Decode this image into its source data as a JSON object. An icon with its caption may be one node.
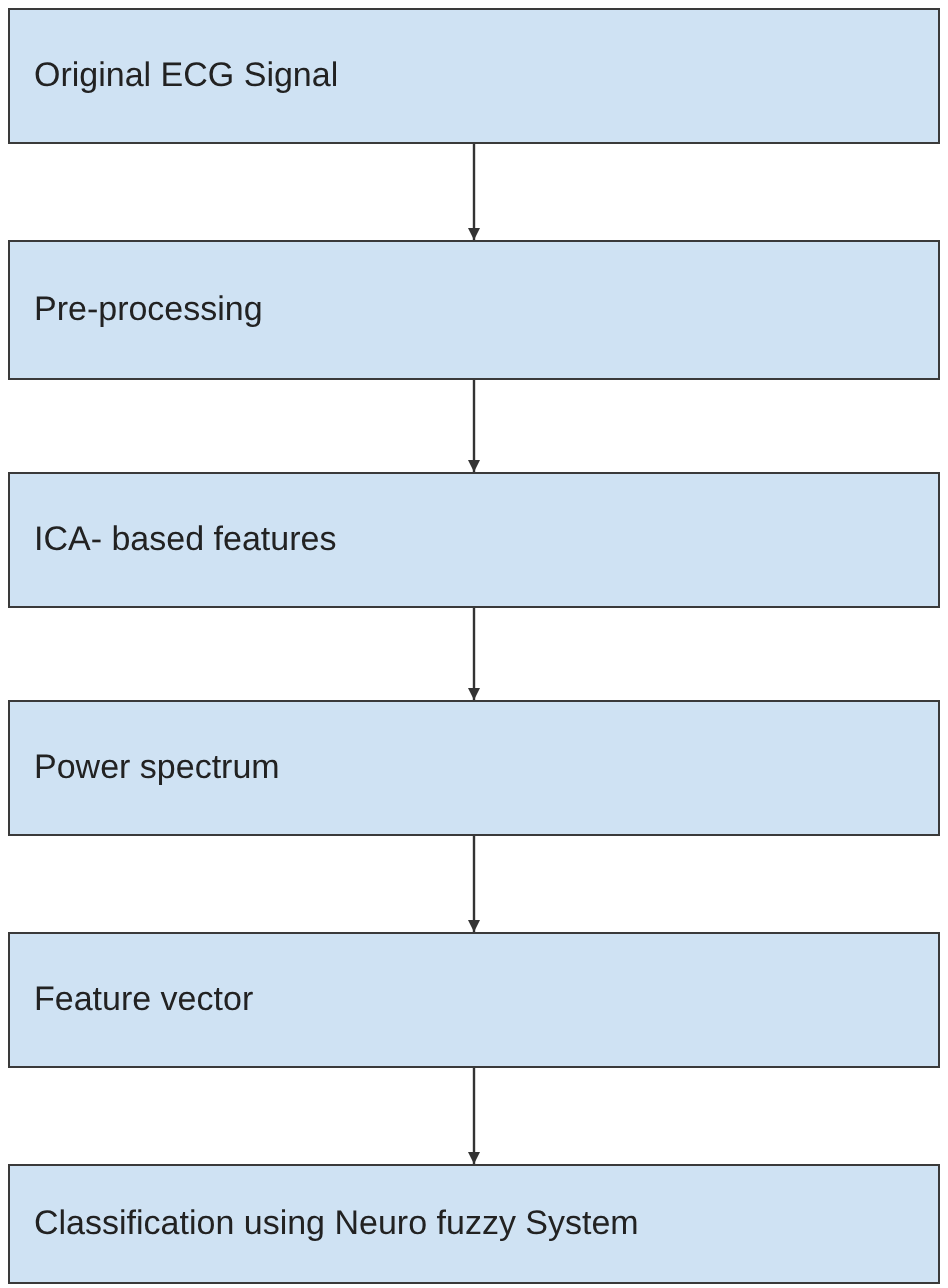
{
  "diagram": {
    "nodes": [
      {
        "text": [
          "Original ECG Signal"
        ]
      },
      {
        "text": [
          "Pre-processing"
        ]
      },
      {
        "text": [
          "ICA- based features"
        ]
      },
      {
        "text": [
          "Power spectrum"
        ]
      },
      {
        "text": [
          "Feature vector"
        ]
      },
      {
        "text": [
          "Classification using Neuro fuzzy System"
        ]
      }
    ],
    "edges": [
      {
        "from": 0,
        "to": 1,
        "arrow": "to"
      },
      {
        "from": 1,
        "to": 2,
        "arrow": "to"
      },
      {
        "from": 2,
        "to": 3,
        "arrow": "to"
      },
      {
        "from": 3,
        "to": 4,
        "arrow": "to"
      },
      {
        "from": 4,
        "to": 5,
        "arrow": "to"
      }
    ]
  }
}
